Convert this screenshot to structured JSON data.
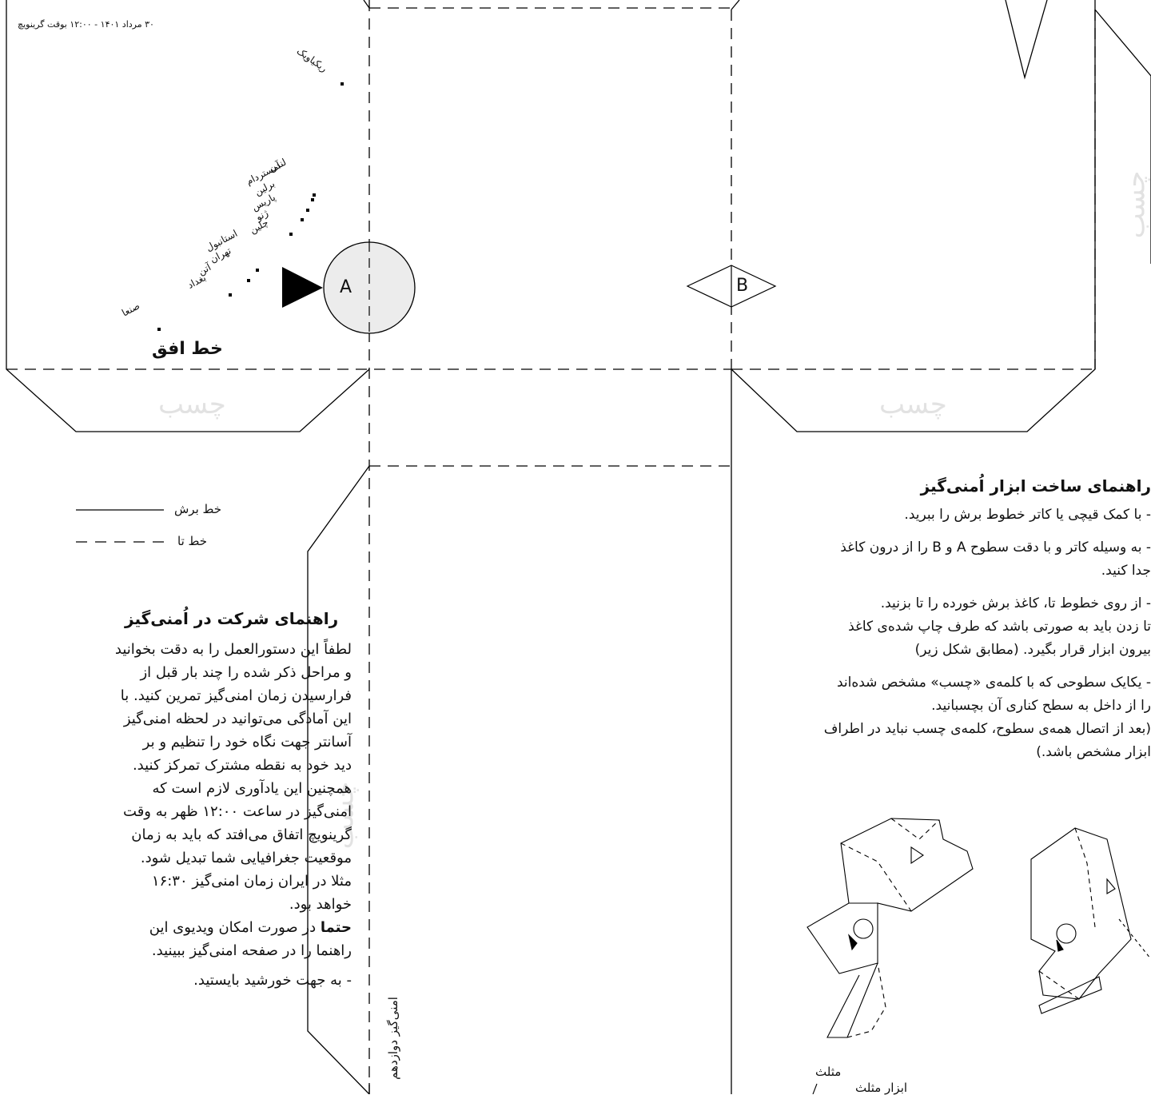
{
  "date_line": "۳۰ مرداد ۱۴۰۱ - ۱۲:۰۰ بوقت گرینویچ",
  "horizon_label": "خط افق",
  "cities": {
    "reykjavik": "ریکیاویک",
    "london": "لندن",
    "amsterdam": "آمستردام",
    "berlin": "برلین",
    "paris": "پاریس",
    "geneva": "ژنو",
    "beijing": "چلین",
    "istanbul": "استانبول",
    "tehran": "تهران",
    "athens": "آتن",
    "baghdad": "بغداد",
    "sanaa": "صنعا"
  },
  "surface_a": "A",
  "surface_b": "B",
  "glue": "چسب",
  "legend": {
    "cut_line": "خط برش",
    "fold_line": "خط تا"
  },
  "participation": {
    "heading": "راهنمای شرکت در اُمنی‌گیز",
    "lines": [
      "لطفاً این دستورالعمل را به دقت بخوانید",
      "و مراحل ذکر شده را چند بار قبل از",
      "فرارسیدن زمان امنی‌گیز تمرین کنید. با",
      "این آمادگی می‌توانید در لحظه امنی‌گیز",
      "آسانتر جهت نگاه خود را تنظیم و بر",
      "دید خود به نقطه مشترک تمرکز کنید.",
      "همچنین این یادآوری لازم است که",
      "امنی‌گیز در ساعت ۱۲:۰۰ ظهر به وقت",
      "گرینویچ اتفاق می‌افتد که باید به زمان",
      "موقعیت جغرافیایی شما تبدیل شود.",
      "مثلا در ایران زمان امنی‌گیز ۱۶:۳۰",
      "خواهد بود."
    ],
    "note_bold": "حتما",
    "note_rest": " در صورت امکان ویدیوی این",
    "note_line2": "راهنما را در صفحه امنی‌گیز ببینید.",
    "last_line": "- به جهت خورشید بایستید."
  },
  "vertical_title": "امنی‌گیز دوازدهم",
  "construction": {
    "heading": "راهنمای ساخت ابزار اُمنی‌گیز",
    "steps": [
      [
        "- با کمک قیچی یا کاتر خطوط برش را ببرید."
      ],
      [
        "- به وسیله کاتر و با دقت سطوح A و B را از درون کاغذ",
        "جدا کنید."
      ],
      [
        "- از روی خطوط تا، کاغذ برش خورده را تا بزنید.",
        "تا زدن باید به صورتی باشد که طرف چاپ شده‌ی کاغذ",
        "بیرون ابزار قرار بگیرد. (مطابق شکل زیر)"
      ],
      [
        "- یکایک سطوحی که با کلمه‌ی «چسب» مشخص شده‌اند",
        "را از داخل به سطح کناری آن بچسبانید.",
        "(بعد از اتصال همه‌ی سطوح، کلمه‌ی چسب نباید در اطراف",
        "ابزار مشخص باشد.)"
      ]
    ],
    "triangle_label": "مثلث",
    "bottom_label": "ابزار مثلث"
  }
}
